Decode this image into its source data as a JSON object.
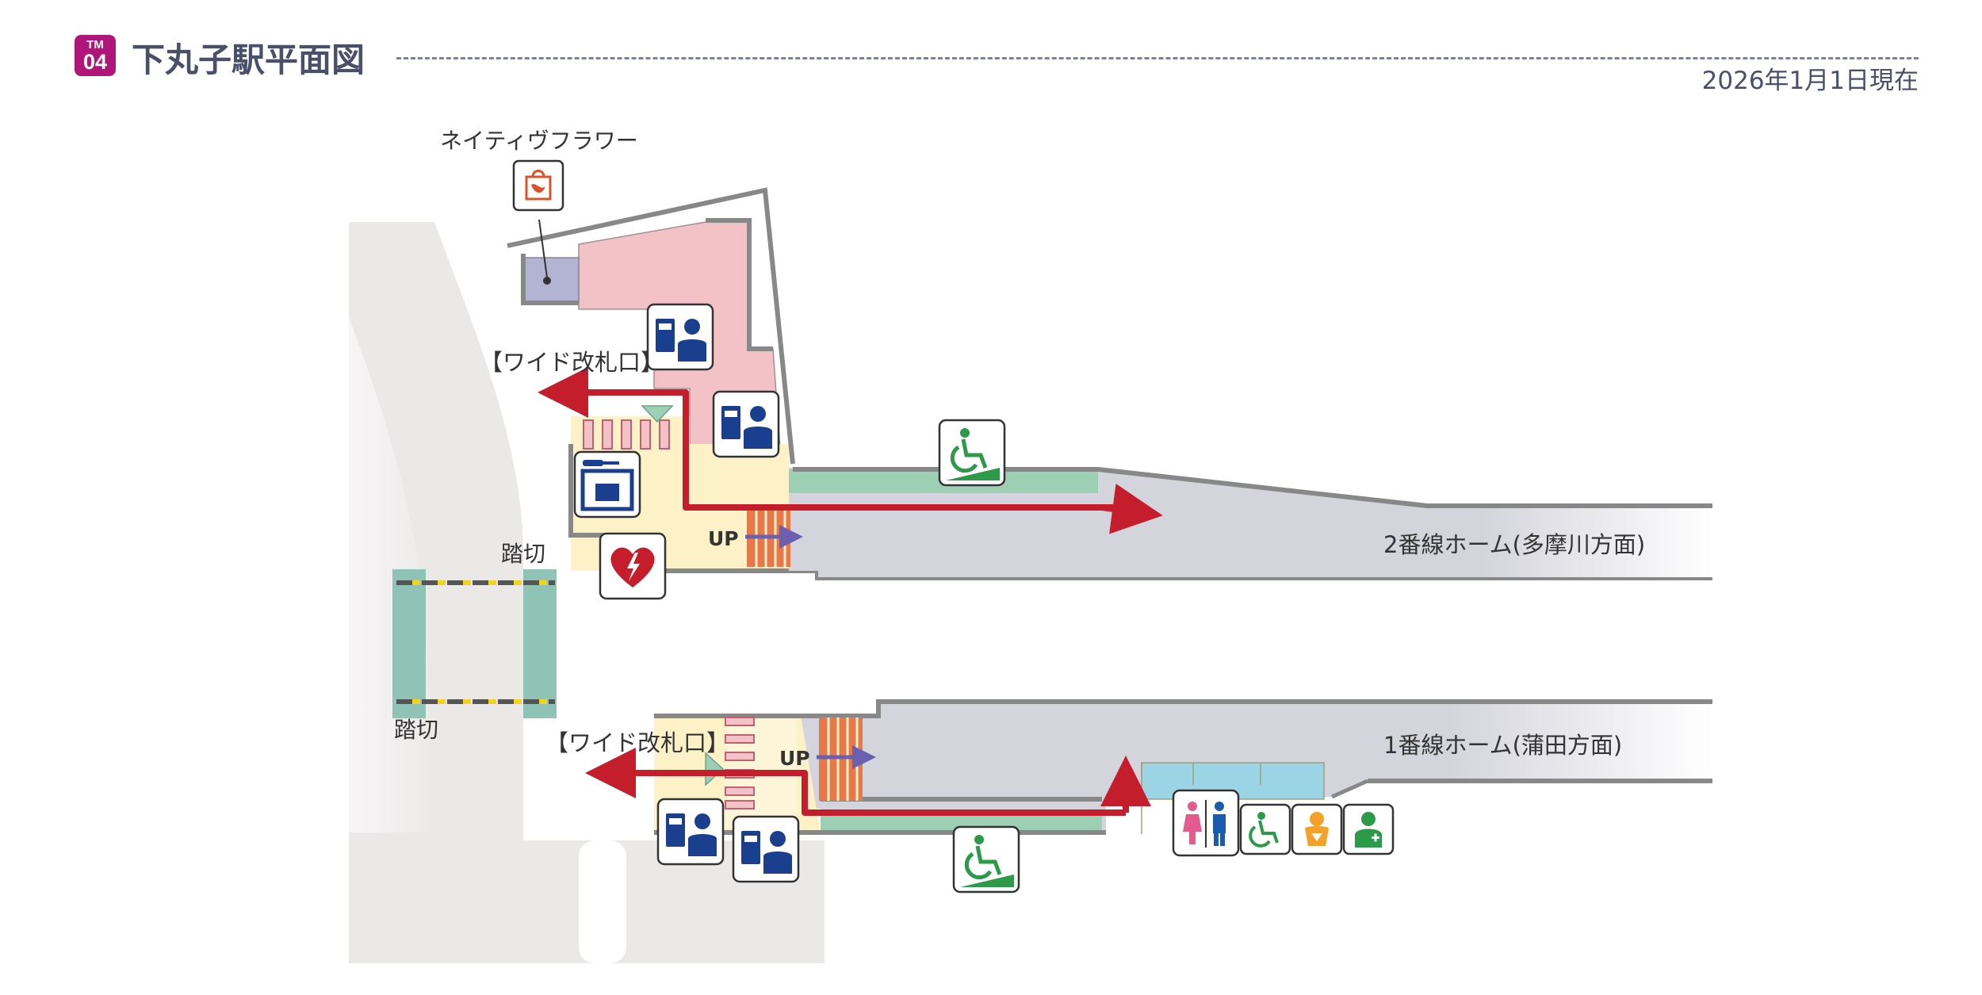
{
  "header": {
    "line_code": "TM",
    "station_number": "04",
    "title": "下丸子駅平面図",
    "date": "2026年1月1日現在"
  },
  "map": {
    "shop_name": "ネイティヴフラワー",
    "gate_upper": "【ワイド改札口】",
    "gate_lower": "【ワイド改札口】",
    "crossing_upper": "踏切",
    "crossing_lower": "踏切",
    "platform_2": "2番線ホーム(多摩川方面)",
    "platform_1": "1番線ホーム(蒲田方面)",
    "up_label_upper": "UP",
    "up_label_lower": "UP"
  },
  "colors": {
    "route_arrow": "#c41d2b",
    "up_arrow": "#6b5fb0",
    "platform": "#d4d4dc",
    "station_office": "#f2c2c7",
    "concourse": "#fdf1c8",
    "ramp_green": "#9ccfb3",
    "stairs": "#e8784a",
    "toilet_area": "#9bd4e4",
    "crossing_teal": "#8fc3b5",
    "badge": "#b0167a"
  },
  "icons": [
    "shop-icon",
    "ticket-machine-staff-icon",
    "wheelchair-ramp-icon",
    "locker-icon",
    "aed-icon",
    "toilet-icon",
    "accessible-toilet-icon",
    "baby-care-icon",
    "first-aid-icon"
  ]
}
